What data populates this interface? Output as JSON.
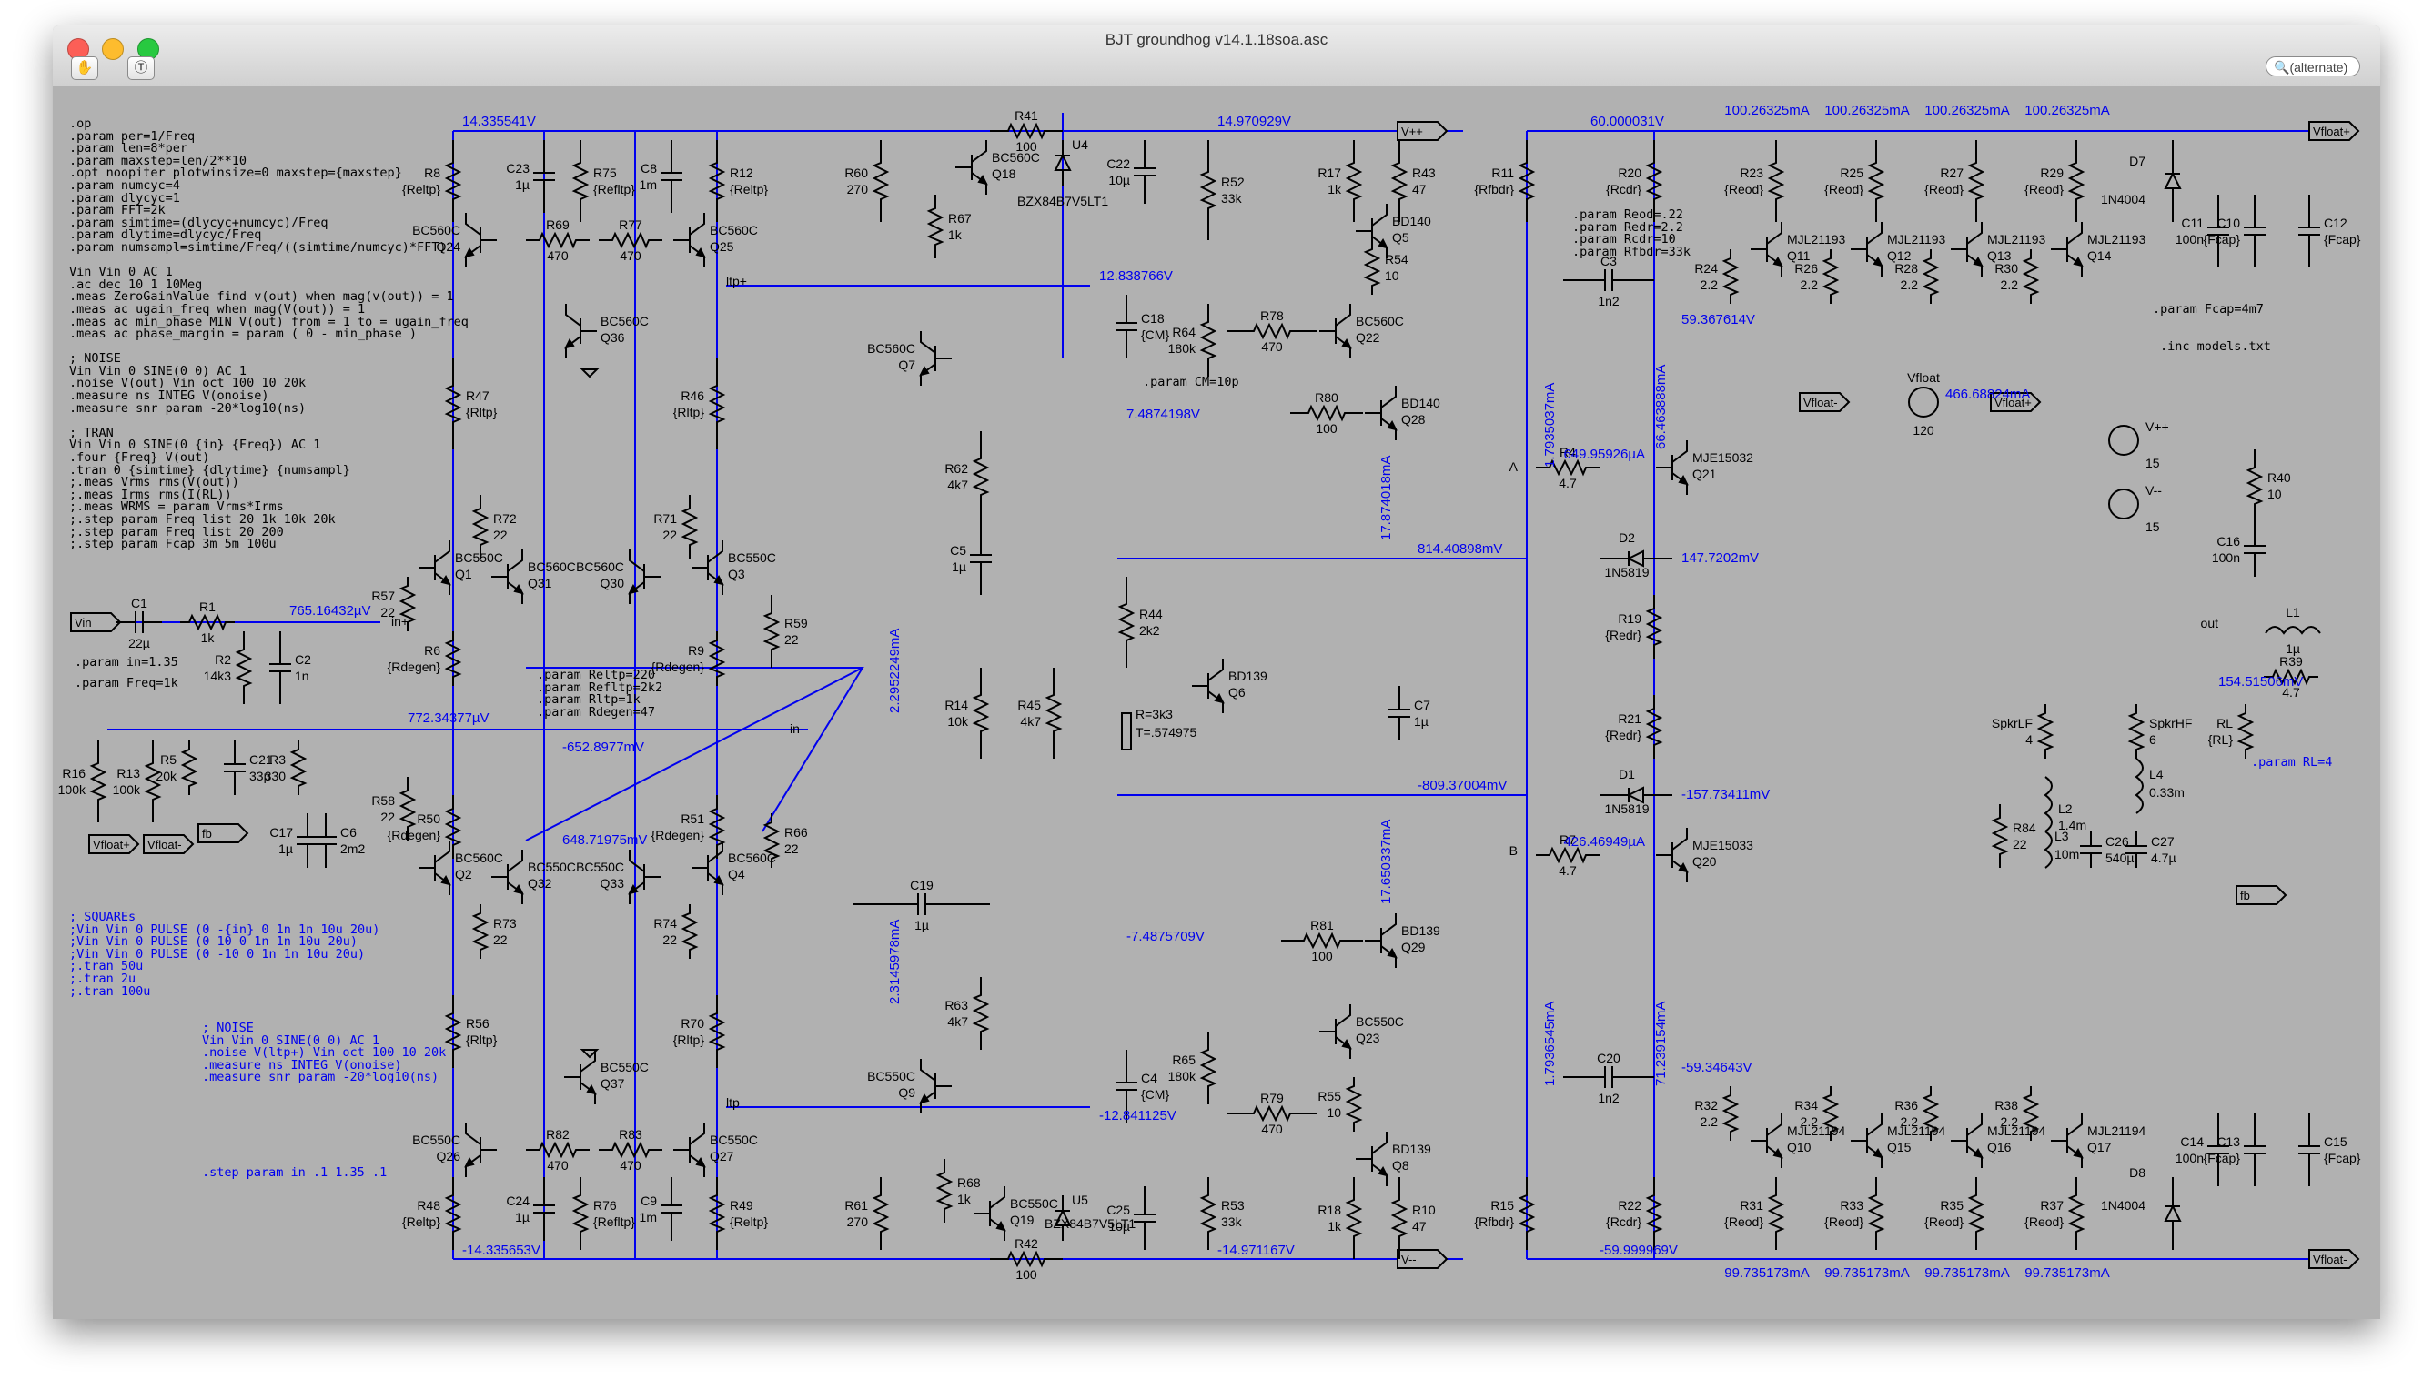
{
  "window": {
    "title": "BJT groundhog v14.1.18soa.asc",
    "search_placeholder": "(alternate)",
    "toolbar": [
      "hand-tool-icon",
      "text-tool-icon"
    ]
  },
  "colors": {
    "canvas": "#b1b1b1",
    "wire": "#0000ee",
    "component": "#000000",
    "ground_bus": "#0000ee"
  },
  "directives_black": [
    ".op",
    ".param per=1/Freq",
    ".param len=8*per",
    ".param maxstep=len/2**10",
    ".opt noopiter plotwinsize=0 maxstep={maxstep}",
    ".param numcyc=4",
    ".param dlycyc=1",
    ".param FFT=2k",
    ".param simtime=(dlycyc+numcyc)/Freq",
    ".param dlytime=dlycyc/Freq",
    ".param numsampl=simtime/Freq/((simtime/numcyc)*FFT)",
    "",
    "Vin Vin 0 AC 1",
    ".ac dec 10 1 10Meg",
    ".meas ZeroGainValue find v(out) when mag(v(out)) = 1",
    ".meas ac ugain_freq when mag(V(out)) = 1",
    ".meas ac min_phase MIN V(out) from = 1 to = ugain_freq",
    ".meas ac phase_margin = param ( 0 - min_phase )",
    "",
    "; NOISE",
    "Vin Vin 0 SINE(0 0) AC 1",
    ".noise V(out) Vin oct 100 10 20k",
    ".measure ns INTEG V(onoise)",
    ".measure snr param -20*log10(ns)",
    "",
    "; TRAN",
    "Vin Vin 0 SINE(0 {in} {Freq}) AC 1",
    ".four {Freq} V(out)",
    ".tran 0 {simtime} {dlytime} {numsampl}",
    ";.meas Vrms rms(V(out))",
    ";.meas Irms rms(I(RL))",
    ";.meas WRMS = param Vrms*Irms",
    ";.step param Freq list 20 1k 10k 20k",
    ";.step param Freq list 20 200",
    ";.step param Fcap 3m 5m 100u"
  ],
  "directives_squares": [
    "; SQUAREs",
    ";Vin Vin 0 PULSE (0 -{in} 0 1n 1n 10u 20u)",
    ";Vin Vin 0 PULSE (0 10 0 1n 1n 10u 20u)",
    ";Vin Vin 0 PULSE (0 -10 0 1n 1n 10u 20u)",
    ";.tran 50u",
    ";.tran 2u",
    ";.tran 100u"
  ],
  "directives_noise2": [
    "; NOISE",
    "Vin Vin 0 SINE(0 0) AC 1",
    ".noise V(ltp+) Vin oct 100 10 20k",
    ".measure ns INTEG V(onoise)",
    ".measure snr param -20*log10(ns)"
  ],
  "directive_step": ".step param in .1 1.35 .1",
  "params_in": ".param in=1.35",
  "params_freq": ".param Freq=1k",
  "params_ltp": [
    ".param Reltp=220",
    ".param Refltp=2k2",
    ".param Rltp=1k",
    ".param Rdegen=47"
  ],
  "params_cm": ".param CM=10p",
  "params_out": [
    ".param Reod=.22",
    ".param Redr=2.2",
    ".param Rcdr=10",
    ".param Rfbdr=33k"
  ],
  "params_fcap": ".param Fcap=4m7",
  "inc_models": ".inc models.txt",
  "params_rl": ".param RL=4",
  "readouts": {
    "v_top_left": "14.335541V",
    "v_top_mid": "14.970929V",
    "v_top_out": "60.000031V",
    "i_top": [
      "100.26325mA",
      "100.26325mA",
      "100.26325mA",
      "100.26325mA"
    ],
    "v_12_8": "12.838766V",
    "v_7_48": "7.4874198V",
    "v_814": "814.40898mV",
    "v_in_plus": "765.16432µV",
    "v_652": "-652.8977mV",
    "v_772": "772.34377µV",
    "v_648": "648.71975mV",
    "v_809": "-809.37004mV",
    "v_neg_748": "-7.4875709V",
    "v_neg_1284": "-12.841125V",
    "v_bot_left": "-14.335653V",
    "v_bot_mid": "-14.971167V",
    "v_bot_out": "-59.999969V",
    "i_bot": [
      "99.735173mA",
      "99.735173mA",
      "99.735173mA",
      "99.735173mA"
    ],
    "v_59_367": "59.367614V",
    "v_59_346": "-59.34643V",
    "i_649": "649.95926µA",
    "i_426": "426.46949µA",
    "v_147": "147.7202mV",
    "v_neg_157": "-157.73411mV",
    "i_466": "466.68824mA",
    "v_154": "154.51506mV",
    "i_v1": "1.7935037mA",
    "i_v2": "66.463888mA",
    "i_v3": "17.874018mA",
    "i_v4": "2.2952249mA",
    "i_v5": "2.3145978mA",
    "i_v6": "17.650337mA",
    "i_v7": "1.7936545mA",
    "i_v8": "71.239154mA"
  },
  "components": [
    {
      "n": "R8",
      "v": "{Reltp}"
    },
    {
      "n": "C23",
      "v": "1µ"
    },
    {
      "n": "R75",
      "v": "{Refltp}"
    },
    {
      "n": "C8",
      "v": "1m"
    },
    {
      "n": "R12",
      "v": "{Reltp}"
    },
    {
      "n": "R69",
      "v": "470"
    },
    {
      "n": "R77",
      "v": "470"
    },
    {
      "n": "Q24",
      "v": "BC560C"
    },
    {
      "n": "Q25",
      "v": "BC560C"
    },
    {
      "n": "Q36",
      "v": "BC560C"
    },
    {
      "n": "R47",
      "v": "{Rltp}"
    },
    {
      "n": "R46",
      "v": "{Rltp}"
    },
    {
      "n": "R72",
      "v": "22"
    },
    {
      "n": "R71",
      "v": "22"
    },
    {
      "n": "Q1",
      "v": "BC550C"
    },
    {
      "n": "Q31",
      "v": "BC560C"
    },
    {
      "n": "Q30",
      "v": "BC560C"
    },
    {
      "n": "Q3",
      "v": "BC550C"
    },
    {
      "n": "R57",
      "v": "22"
    },
    {
      "n": "R6",
      "v": "{Rdegen}"
    },
    {
      "n": "R9",
      "v": "{Rdegen}"
    },
    {
      "n": "R59",
      "v": "22"
    },
    {
      "n": "C1",
      "v": "22µ"
    },
    {
      "n": "R1",
      "v": "1k"
    },
    {
      "n": "R2",
      "v": "14k3"
    },
    {
      "n": "C2",
      "v": "1n"
    },
    {
      "n": "R16",
      "v": "100k"
    },
    {
      "n": "R13",
      "v": "100k"
    },
    {
      "n": "R5",
      "v": "20k"
    },
    {
      "n": "C21",
      "v": "33p"
    },
    {
      "n": "R3",
      "v": "330"
    },
    {
      "n": "C17",
      "v": "1µ"
    },
    {
      "n": "C6",
      "v": "2m2"
    },
    {
      "n": "R58",
      "v": "22"
    },
    {
      "n": "R50",
      "v": "{Rdegen}"
    },
    {
      "n": "R51",
      "v": "{Rdegen}"
    },
    {
      "n": "R66",
      "v": "22"
    },
    {
      "n": "Q2",
      "v": "BC560C"
    },
    {
      "n": "Q32",
      "v": "BC550C"
    },
    {
      "n": "Q33",
      "v": "BC550C"
    },
    {
      "n": "Q4",
      "v": "BC560C"
    },
    {
      "n": "R73",
      "v": "22"
    },
    {
      "n": "R74",
      "v": "22"
    },
    {
      "n": "R56",
      "v": "{Rltp}"
    },
    {
      "n": "R70",
      "v": "{Rltp}"
    },
    {
      "n": "Q37",
      "v": "BC550C"
    },
    {
      "n": "Q26",
      "v": "BC550C"
    },
    {
      "n": "R82",
      "v": "470"
    },
    {
      "n": "R83",
      "v": "470"
    },
    {
      "n": "Q27",
      "v": "BC550C"
    },
    {
      "n": "R48",
      "v": "{Reltp}"
    },
    {
      "n": "C24",
      "v": "1µ"
    },
    {
      "n": "R76",
      "v": "{Refltp}"
    },
    {
      "n": "C9",
      "v": "1m"
    },
    {
      "n": "R49",
      "v": "{Reltp}"
    },
    {
      "n": "R41",
      "v": "100"
    },
    {
      "n": "U4",
      "v": "BZX84B7V5LT1"
    },
    {
      "n": "C22",
      "v": "10µ"
    },
    {
      "n": "R60",
      "v": "270"
    },
    {
      "n": "Q18",
      "v": "BC560C"
    },
    {
      "n": "R67",
      "v": "1k"
    },
    {
      "n": "Q7",
      "v": "BC560C"
    },
    {
      "n": "R62",
      "v": "4k7"
    },
    {
      "n": "C5",
      "v": "1µ"
    },
    {
      "n": "R14",
      "v": "10k"
    },
    {
      "n": "R45",
      "v": "4k7"
    },
    {
      "n": "C19",
      "v": "1µ"
    },
    {
      "n": "R63",
      "v": "4k7"
    },
    {
      "n": "Q9",
      "v": "BC550C"
    },
    {
      "n": "R68",
      "v": "1k"
    },
    {
      "n": "Q19",
      "v": "BC550C"
    },
    {
      "n": "R61",
      "v": "270"
    },
    {
      "n": "R42",
      "v": "100"
    },
    {
      "n": "U5",
      "v": "BZX84B7V5LT1"
    },
    {
      "n": "C25",
      "v": "10µ"
    },
    {
      "n": "R52",
      "v": "33k"
    },
    {
      "n": "C18",
      "v": "{CM}"
    },
    {
      "n": "R64",
      "v": "180k"
    },
    {
      "n": "R78",
      "v": "470"
    },
    {
      "n": "R80",
      "v": "100"
    },
    {
      "n": "R44",
      "v": "2k2"
    },
    {
      "n": "Q6",
      "v": "BD139"
    },
    {
      "n": "R=3k3",
      "v": "T=.574975"
    },
    {
      "n": "C7",
      "v": "1µ"
    },
    {
      "n": "R81",
      "v": "100"
    },
    {
      "n": "C4",
      "v": "{CM}"
    },
    {
      "n": "R65",
      "v": "180k"
    },
    {
      "n": "R79",
      "v": "470"
    },
    {
      "n": "R53",
      "v": "33k"
    },
    {
      "n": "R17",
      "v": "1k"
    },
    {
      "n": "R43",
      "v": "47"
    },
    {
      "n": "Q5",
      "v": "BD140"
    },
    {
      "n": "R54",
      "v": "10"
    },
    {
      "n": "Q22",
      "v": "BC560C"
    },
    {
      "n": "Q28",
      "v": "BD140"
    },
    {
      "n": "Q29",
      "v": "BD139"
    },
    {
      "n": "Q23",
      "v": "BC550C"
    },
    {
      "n": "R55",
      "v": "10"
    },
    {
      "n": "Q8",
      "v": "BD139"
    },
    {
      "n": "R18",
      "v": "1k"
    },
    {
      "n": "R10",
      "v": "47"
    },
    {
      "n": "R11",
      "v": "{Rfbdr}"
    },
    {
      "n": "R20",
      "v": "{Rcdr}"
    },
    {
      "n": "C3",
      "v": "1n2"
    },
    {
      "n": "R4",
      "v": "4.7"
    },
    {
      "n": "Q21",
      "v": "MJE15032"
    },
    {
      "n": "D2",
      "v": "1N5819"
    },
    {
      "n": "R19",
      "v": "{Redr}"
    },
    {
      "n": "R21",
      "v": "{Redr}"
    },
    {
      "n": "D1",
      "v": "1N5819"
    },
    {
      "n": "R7",
      "v": "4.7"
    },
    {
      "n": "Q20",
      "v": "MJE15033"
    },
    {
      "n": "C20",
      "v": "1n2"
    },
    {
      "n": "R15",
      "v": "{Rfbdr}"
    },
    {
      "n": "R22",
      "v": "{Rcdr}"
    },
    {
      "n": "R23",
      "v": "{Reod}"
    },
    {
      "n": "R25",
      "v": "{Reod}"
    },
    {
      "n": "R27",
      "v": "{Reod}"
    },
    {
      "n": "R29",
      "v": "{Reod}"
    },
    {
      "n": "D7",
      "v": "1N4004"
    },
    {
      "n": "Q11",
      "v": "MJL21193"
    },
    {
      "n": "Q12",
      "v": "MJL21193"
    },
    {
      "n": "Q13",
      "v": "MJL21193"
    },
    {
      "n": "Q14",
      "v": "MJL21193"
    },
    {
      "n": "R24",
      "v": "2.2"
    },
    {
      "n": "R26",
      "v": "2.2"
    },
    {
      "n": "R28",
      "v": "2.2"
    },
    {
      "n": "R30",
      "v": "2.2"
    },
    {
      "n": "C11",
      "v": "100n"
    },
    {
      "n": "C10",
      "v": "{Fcap}"
    },
    {
      "n": "C12",
      "v": "{Fcap}"
    },
    {
      "n": "Vfloat",
      "v": "120"
    },
    {
      "n": "V++",
      "v": "15"
    },
    {
      "n": "V--",
      "v": "15"
    },
    {
      "n": "R40",
      "v": "10"
    },
    {
      "n": "C16",
      "v": "100n"
    },
    {
      "n": "L1",
      "v": "1µ"
    },
    {
      "n": "R39",
      "v": "4.7"
    },
    {
      "n": "SpkrLF",
      "v": "4"
    },
    {
      "n": "SpkrHF",
      "v": "6"
    },
    {
      "n": "RL",
      "v": "{RL}"
    },
    {
      "n": "L2",
      "v": "1.4m"
    },
    {
      "n": "L4",
      "v": "0.33m"
    },
    {
      "n": "R84",
      "v": "22"
    },
    {
      "n": "L3",
      "v": "10m"
    },
    {
      "n": "C26",
      "v": "540µ"
    },
    {
      "n": "C27",
      "v": "4.7µ"
    },
    {
      "n": "R32",
      "v": "2.2"
    },
    {
      "n": "R34",
      "v": "2.2"
    },
    {
      "n": "R36",
      "v": "2.2"
    },
    {
      "n": "R38",
      "v": "2.2"
    },
    {
      "n": "Q10",
      "v": "MJL21194"
    },
    {
      "n": "Q15",
      "v": "MJL21194"
    },
    {
      "n": "Q16",
      "v": "MJL21194"
    },
    {
      "n": "Q17",
      "v": "MJL21194"
    },
    {
      "n": "R31",
      "v": "{Reod}"
    },
    {
      "n": "R33",
      "v": "{Reod}"
    },
    {
      "n": "R35",
      "v": "{Reod}"
    },
    {
      "n": "R37",
      "v": "{Reod}"
    },
    {
      "n": "D8",
      "v": "1N4004"
    },
    {
      "n": "C14",
      "v": "100n"
    },
    {
      "n": "C13",
      "v": "{Fcap}"
    },
    {
      "n": "C15",
      "v": "{Fcap}"
    }
  ],
  "net_labels": [
    "Vin",
    "in+",
    "in-",
    "ltp+",
    "ltp",
    "fb",
    "A",
    "B",
    "out",
    "V++",
    "V--",
    "Vfloat+",
    "Vfloat-"
  ]
}
